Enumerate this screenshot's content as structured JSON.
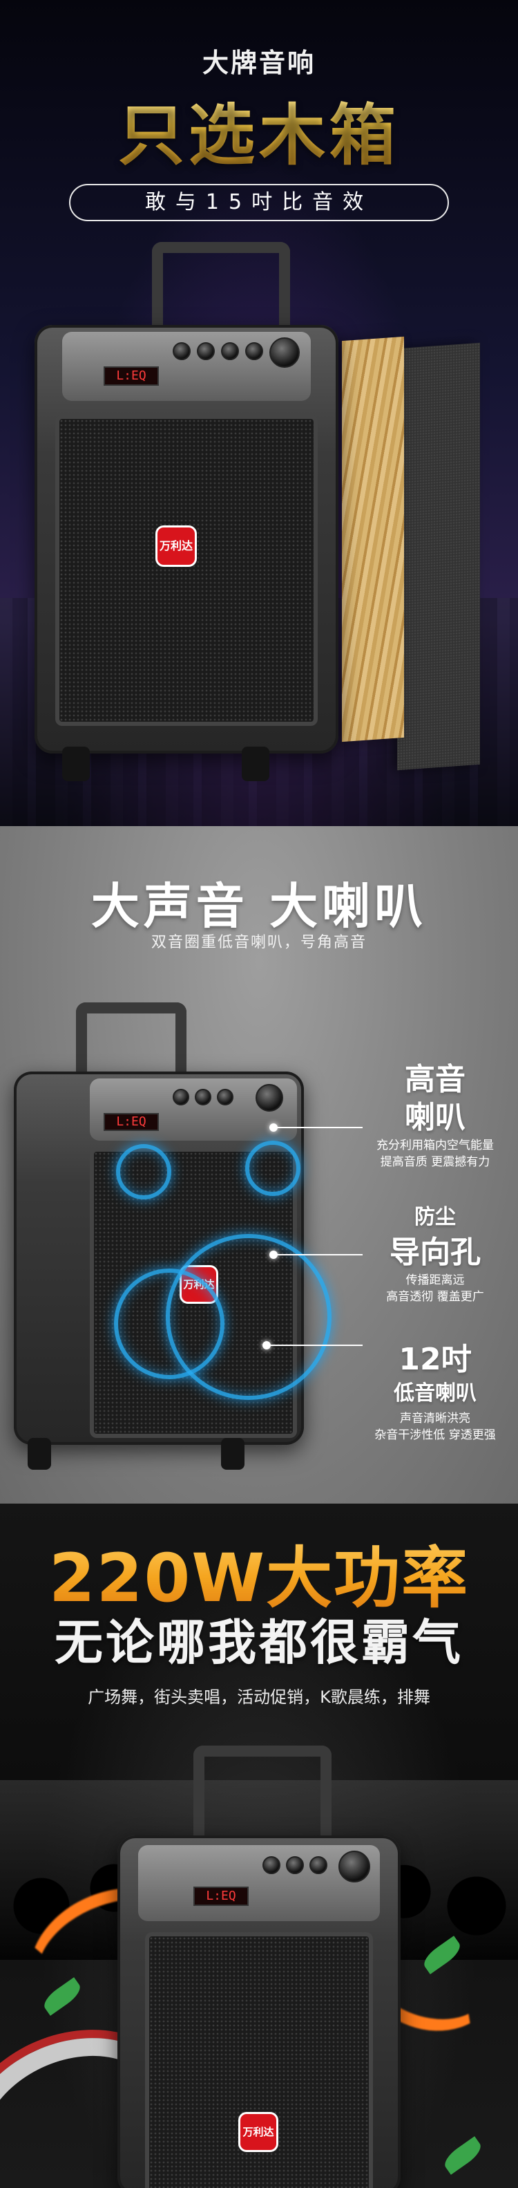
{
  "section1": {
    "tag": "大牌音响",
    "title": "只选木箱",
    "pill": "敢与15吋比音效",
    "display": "L:EQ",
    "brand_logo": "万利达"
  },
  "section2": {
    "title": "大声音 大喇叭",
    "subtitle": "双音圈重低音喇叭，号角高音",
    "display": "L:EQ",
    "brand_logo": "万利达",
    "features": [
      {
        "title_line1": "高音",
        "title_line2": "喇叭",
        "desc_line1": "充分利用箱内空气能量",
        "desc_line2": "提高音质 更震撼有力"
      },
      {
        "title_line1": "防尘",
        "title_line2": "导向孔",
        "desc_line1": "传播距离远",
        "desc_line2": "高音透彻 覆盖更广"
      },
      {
        "title_line1": "12吋",
        "title_line2": "低音喇叭",
        "desc_line1": "声音清晰洪亮",
        "desc_line2": "杂音干涉性低 穿透更强"
      }
    ]
  },
  "section3": {
    "title": "220W大功率",
    "subtitle": "无论哪我都很霸气",
    "scenes": "广场舞，街头卖唱，活动促销，K歌晨练，排舞",
    "display": "L:EQ",
    "brand_logo": "万利达"
  },
  "colors": {
    "gold": "#f3c743",
    "orange": "#f5a51f",
    "ring_blue": "#28aaf0",
    "brand_red": "#d8141c"
  }
}
